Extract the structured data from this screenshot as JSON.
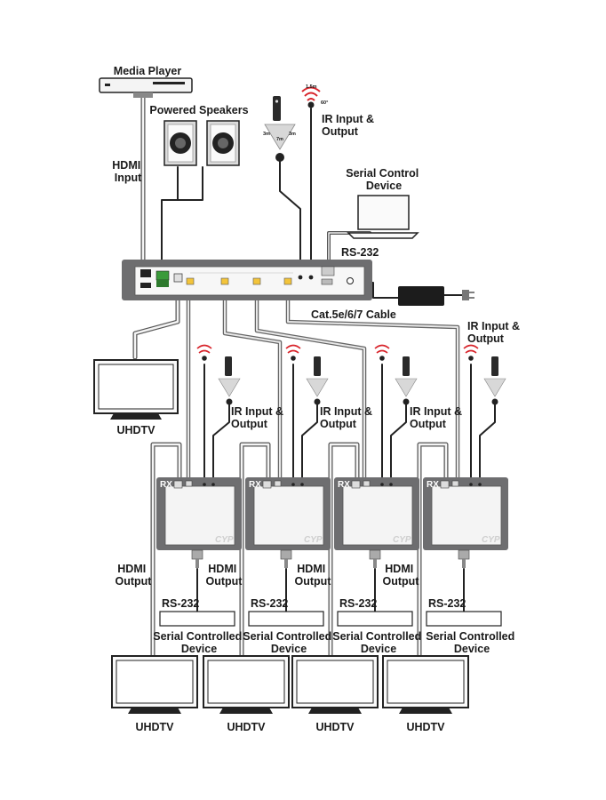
{
  "labels": {
    "media_player": "Media Player",
    "powered_speakers": "Powered Speakers",
    "hdmi_input_1": "HDMI",
    "hdmi_input_2": "Input",
    "ir_top_1": "IR Input &",
    "ir_top_2": "Output",
    "serial_control_1": "Serial Control",
    "serial_control_2": "Device",
    "rs232_top": "RS-232",
    "cat_cable": "Cat.5e/6/7 Cable",
    "ir_right_1": "IR Input &",
    "ir_right_2": "Output",
    "uhdtv_local": "UHDTV",
    "ir_mid_1": "IR Input &",
    "ir_mid_2": "Output",
    "hdmi_output_1": "HDMI",
    "hdmi_output_2": "Output",
    "rs232": "RS-232",
    "serial_controlled_1": "Serial Controlled",
    "serial_controlled_2": "Device",
    "uhdtv": "UHDTV",
    "rx": "RX",
    "brand": "CYP",
    "ir_range_near": "1.5m",
    "ir_angle": "60°",
    "rx_range_left": "3m",
    "rx_range_mid": "7m",
    "rx_range_right": "3m"
  }
}
